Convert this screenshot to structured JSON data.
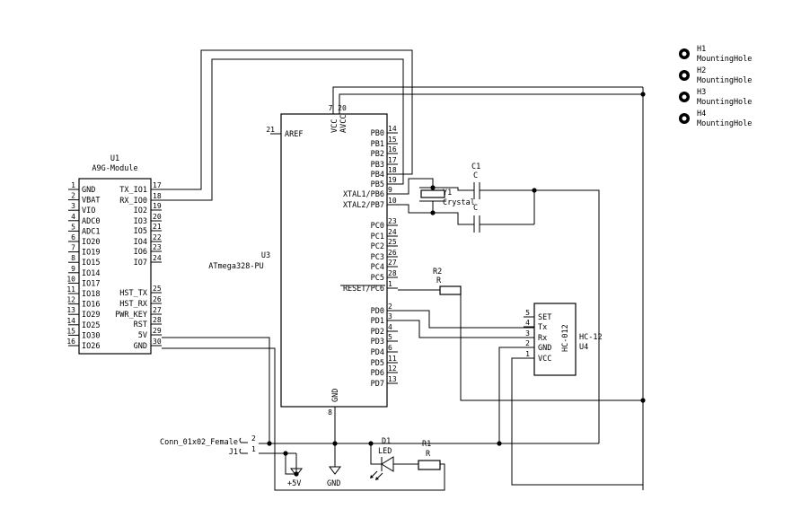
{
  "u1": {
    "ref": "U1",
    "value": "A9G-Module",
    "left_pins": [
      {
        "num": "1",
        "name": "GND"
      },
      {
        "num": "2",
        "name": "VBAT"
      },
      {
        "num": "3",
        "name": "VIO"
      },
      {
        "num": "4",
        "name": "ADC0"
      },
      {
        "num": "5",
        "name": "ADC1"
      },
      {
        "num": "6",
        "name": "IO20"
      },
      {
        "num": "7",
        "name": "IO19"
      },
      {
        "num": "8",
        "name": "IO15"
      },
      {
        "num": "9",
        "name": "IO14"
      },
      {
        "num": "10",
        "name": "IO17"
      },
      {
        "num": "11",
        "name": "IO18"
      },
      {
        "num": "12",
        "name": "IO16"
      },
      {
        "num": "13",
        "name": "IO29"
      },
      {
        "num": "14",
        "name": "IO25"
      },
      {
        "num": "15",
        "name": "IO30"
      },
      {
        "num": "16",
        "name": "IO26"
      }
    ],
    "right_pins": [
      {
        "num": "17",
        "name": "TX_IO1"
      },
      {
        "num": "18",
        "name": "RX_IO0"
      },
      {
        "num": "19",
        "name": "IO2"
      },
      {
        "num": "20",
        "name": "IO3"
      },
      {
        "num": "21",
        "name": "IO5"
      },
      {
        "num": "22",
        "name": "IO4"
      },
      {
        "num": "23",
        "name": "IO6"
      },
      {
        "num": "24",
        "name": "IO7"
      },
      {
        "num": "25",
        "name": "HST_TX"
      },
      {
        "num": "26",
        "name": "HST_RX"
      },
      {
        "num": "27",
        "name": "PWR_KEY"
      },
      {
        "num": "28",
        "name": "RST"
      },
      {
        "num": "29",
        "name": "5V"
      },
      {
        "num": "30",
        "name": "GND"
      }
    ]
  },
  "u3": {
    "ref": "U3",
    "value": "ATmega328-PU",
    "aref": {
      "num": "21",
      "name": "AREF"
    },
    "vcc": {
      "num": "7",
      "name": "VCC"
    },
    "avcc": {
      "num": "20",
      "name": "AVCC"
    },
    "gnd": {
      "num": "8",
      "name": "GND"
    },
    "right_pins": [
      {
        "num": "14",
        "name": "PB0"
      },
      {
        "num": "15",
        "name": "PB1"
      },
      {
        "num": "16",
        "name": "PB2"
      },
      {
        "num": "17",
        "name": "PB3"
      },
      {
        "num": "18",
        "name": "PB4"
      },
      {
        "num": "19",
        "name": "PB5"
      },
      {
        "num": "9",
        "name": "XTAL1/PB6"
      },
      {
        "num": "10",
        "name": "XTAL2/PB7"
      },
      {
        "num": "23",
        "name": "PC0"
      },
      {
        "num": "24",
        "name": "PC1"
      },
      {
        "num": "25",
        "name": "PC2"
      },
      {
        "num": "26",
        "name": "PC3"
      },
      {
        "num": "27",
        "name": "PC4"
      },
      {
        "num": "28",
        "name": "PC5"
      },
      {
        "num": "1",
        "name": "RESET/PC6"
      },
      {
        "num": "2",
        "name": "PD0"
      },
      {
        "num": "3",
        "name": "PD1"
      },
      {
        "num": "4",
        "name": "PD2"
      },
      {
        "num": "5",
        "name": "PD3"
      },
      {
        "num": "6",
        "name": "PD4"
      },
      {
        "num": "11",
        "name": "PD5"
      },
      {
        "num": "12",
        "name": "PD6"
      },
      {
        "num": "13",
        "name": "PD7"
      }
    ]
  },
  "u4": {
    "ref": "U4",
    "value": "HC-12",
    "body_label": "HC-012",
    "pins": [
      {
        "num": "5",
        "name": "SET"
      },
      {
        "num": "4",
        "name": "Tx"
      },
      {
        "num": "3",
        "name": "Rx"
      },
      {
        "num": "2",
        "name": "GND"
      },
      {
        "num": "1",
        "name": "VCC"
      }
    ]
  },
  "y1": {
    "ref": "Y1",
    "value": "Crystal"
  },
  "c1": {
    "ref": "C1",
    "value": "C"
  },
  "c2": {
    "value": "C"
  },
  "r2": {
    "ref": "R2",
    "value": "R"
  },
  "r1": {
    "ref": "R1",
    "value": "R"
  },
  "d1": {
    "ref": "D1",
    "value": "LED"
  },
  "j1": {
    "ref": "J1",
    "value": "Conn_01x02_Female",
    "pin2": "2",
    "pin1": "1"
  },
  "power": {
    "plus5v": "+5V",
    "gnd1": "GND"
  },
  "mounting_holes": [
    {
      "ref": "H1",
      "value": "MountingHole"
    },
    {
      "ref": "H2",
      "value": "MountingHole"
    },
    {
      "ref": "H3",
      "value": "MountingHole"
    },
    {
      "ref": "H4",
      "value": "MountingHole"
    }
  ]
}
